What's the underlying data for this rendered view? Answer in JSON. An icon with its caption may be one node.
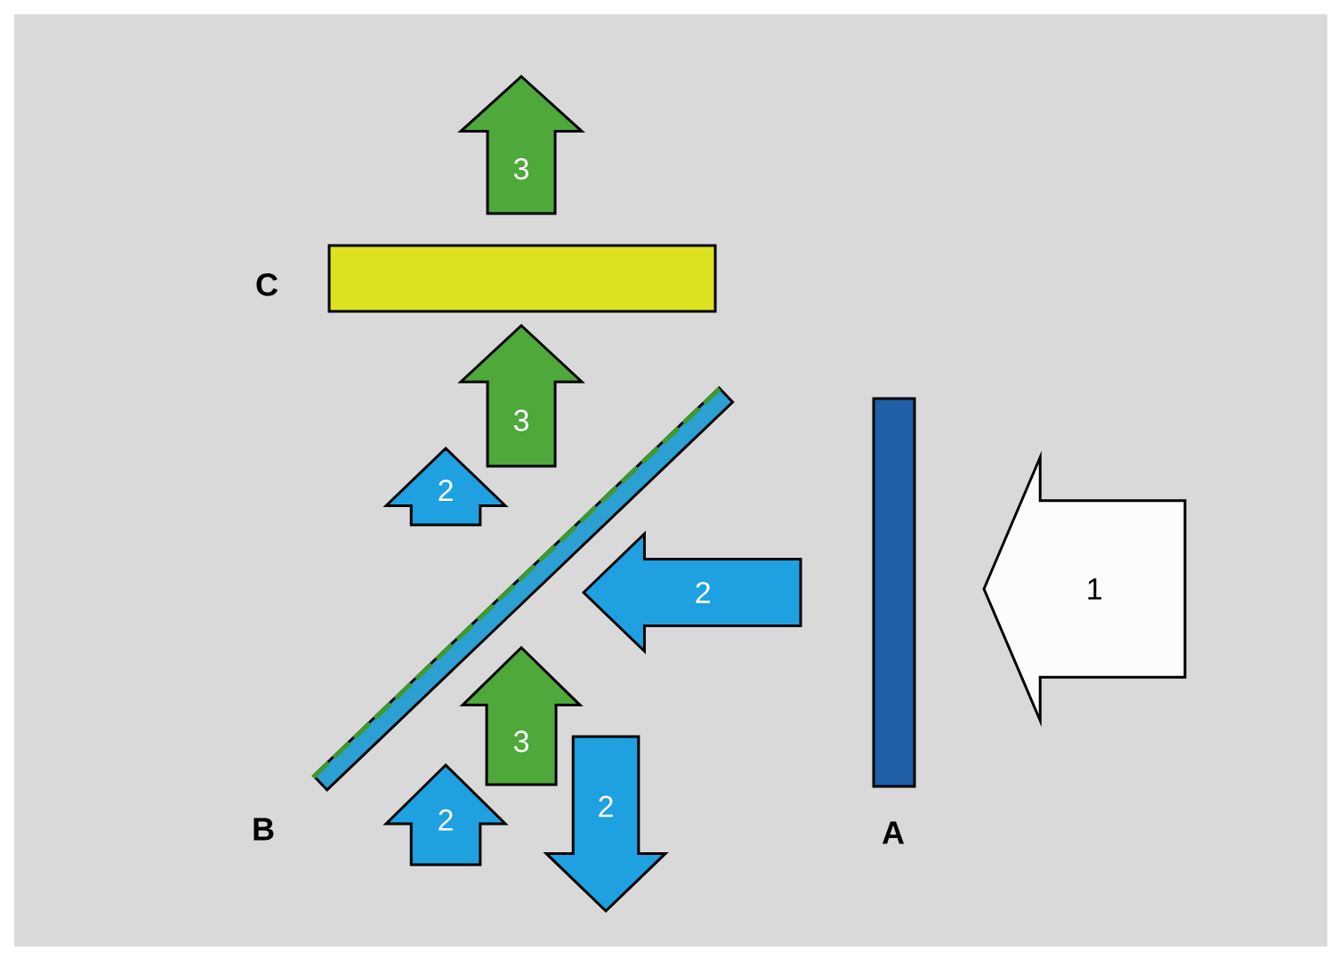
{
  "diagram": {
    "nodes": [
      {
        "text": [
          "3"
        ]
      },
      {
        "text": [],
        "shape": "bar",
        "beside": [
          "C"
        ]
      },
      {
        "text": [
          "3"
        ]
      },
      {
        "text": [],
        "shape": "bar",
        "beside": [
          "B"
        ]
      },
      {
        "text": [],
        "shape": "bar",
        "beside": [
          "A"
        ]
      },
      {
        "text": [
          "2"
        ]
      },
      {
        "text": [
          "2"
        ]
      },
      {
        "text": [
          "1"
        ]
      },
      {
        "text": [
          "3"
        ]
      },
      {
        "text": [
          "2"
        ]
      },
      {
        "text": [
          "2"
        ]
      }
    ]
  }
}
